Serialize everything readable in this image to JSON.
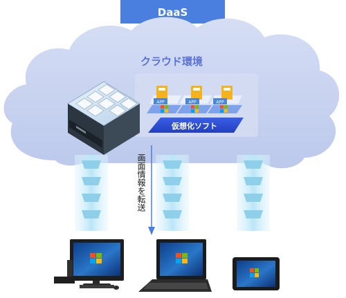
{
  "title": "DaaS",
  "cloud_label": "クラウド環境",
  "virtualization_label": "仮想化ソフト",
  "app_label": "APP",
  "transfer_label": "画面情報を転送",
  "colors": {
    "title_bar": "#4a7fe0",
    "cloud_fill": "#c4d0ee",
    "cloud_text": "#5b73d6",
    "vsoft_bar": "#2f4fd8",
    "beam": "#bfe8f7",
    "beam_block": "#8fcfea"
  },
  "icons": [
    "server-rack-icon",
    "app-icon",
    "windows-logo-icon",
    "desktop-pc-icon",
    "laptop-icon",
    "tablet-icon"
  ]
}
